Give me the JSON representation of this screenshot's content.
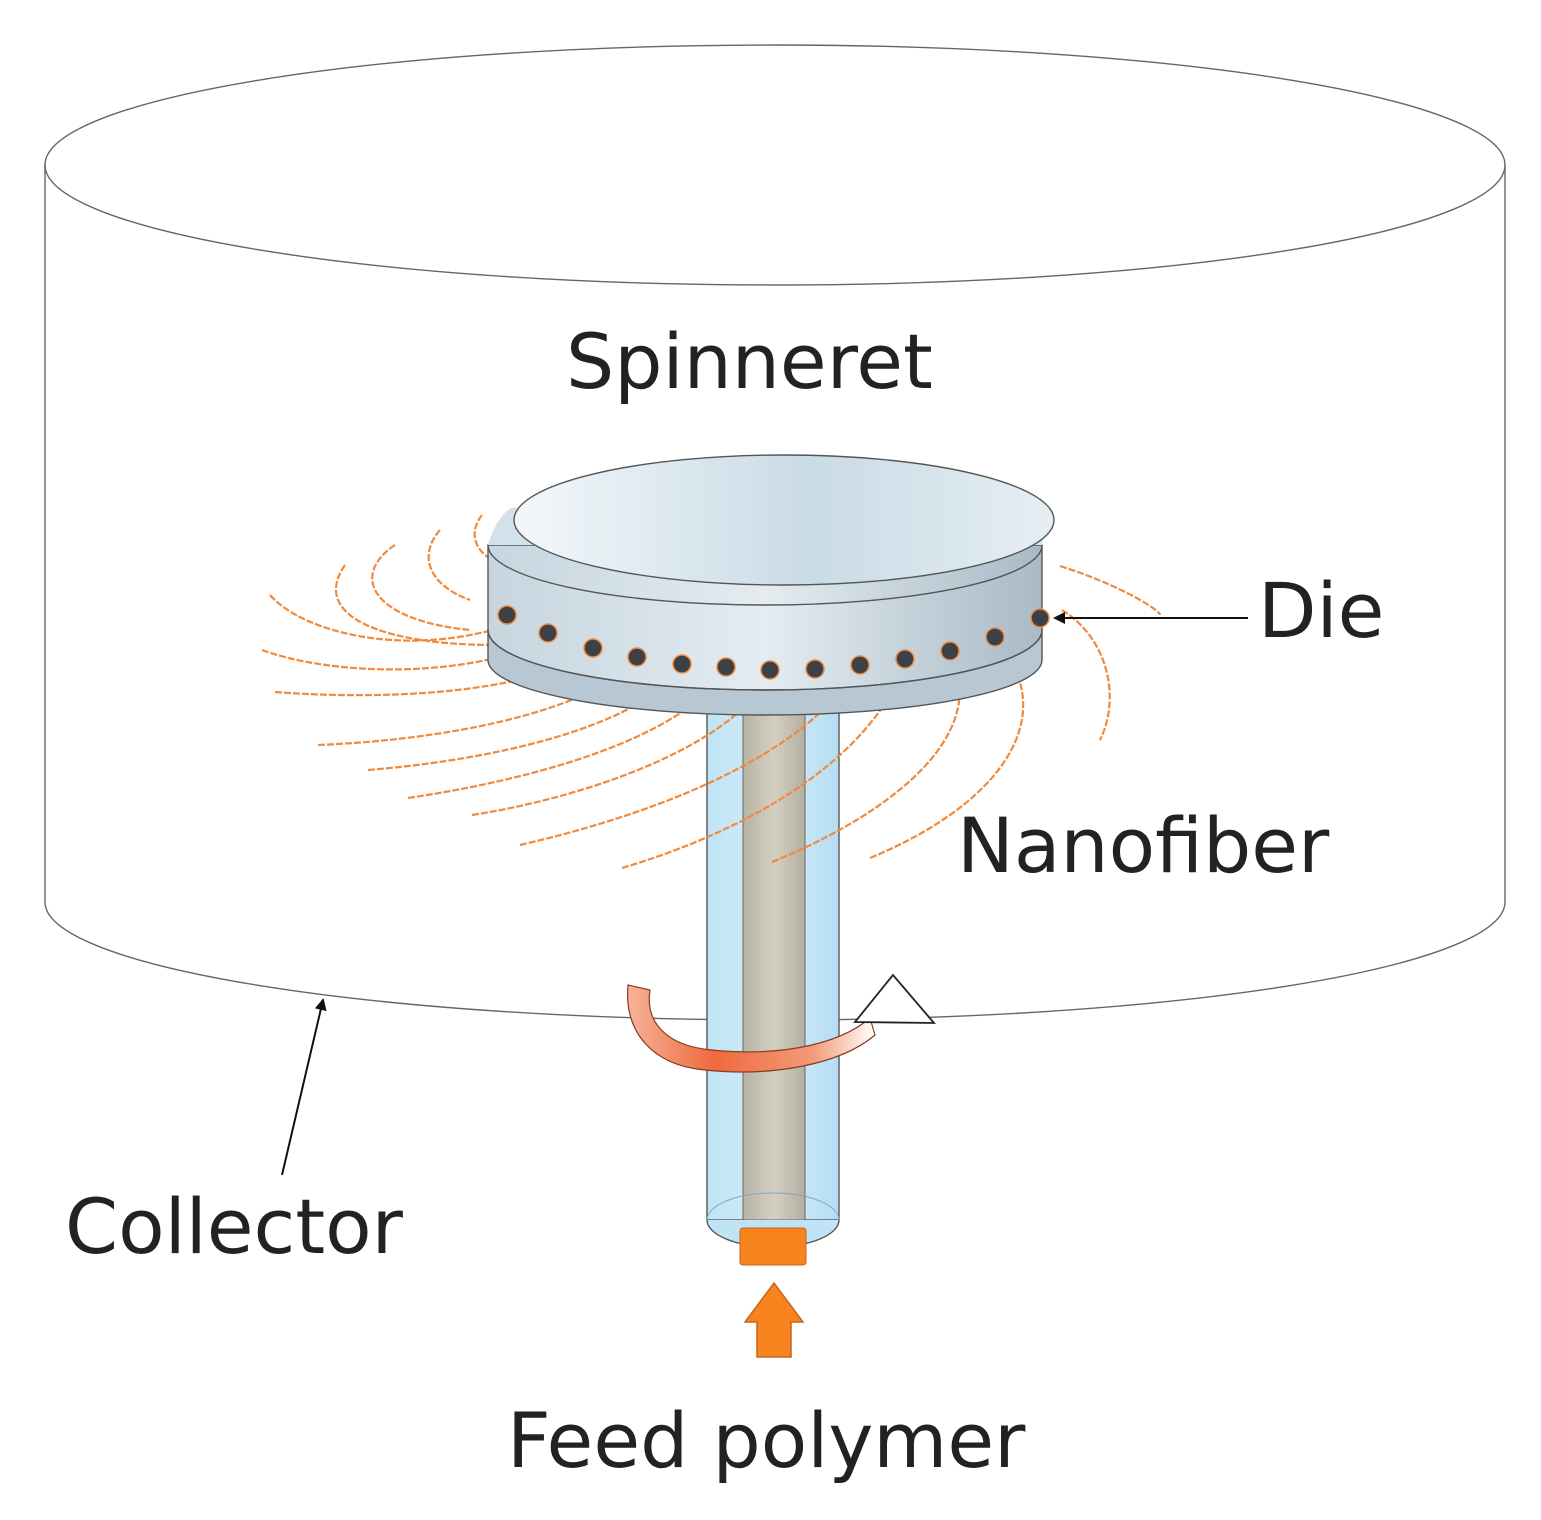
{
  "labels": {
    "spinneret": "Spinneret",
    "die": "Die",
    "nanofiber": "Nanofiber",
    "collector": "Collector",
    "feed_polymer": "Feed polymer"
  },
  "colors": {
    "fiber": "#F08A3C",
    "feed": "#F7841F",
    "outline": "#555555",
    "shaft": "#BFE3F5",
    "rotation_arrow": "#EE6A3C"
  }
}
